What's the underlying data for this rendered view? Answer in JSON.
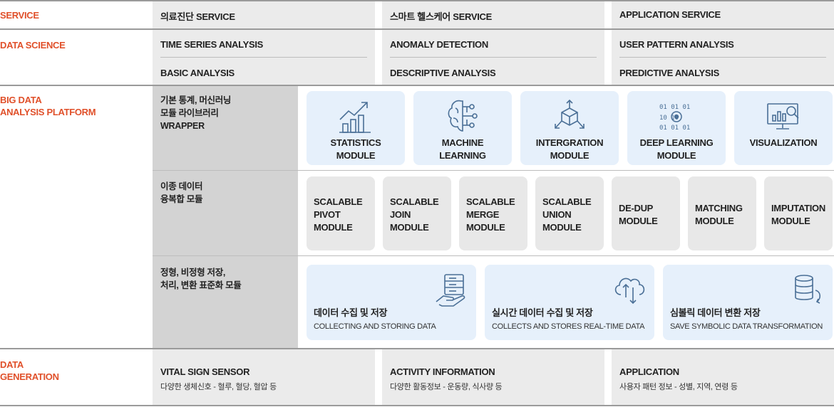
{
  "service": {
    "label": "SERVICE",
    "cols": [
      "의료진단 SERVICE",
      "스마트 헬스케어 SERVICE",
      "APPLICATION SERVICE"
    ]
  },
  "data_science": {
    "label": "DATA SCIENCE",
    "cols": [
      {
        "top": "TIME SERIES ANALYSIS",
        "bottom": "BASIC ANALYSIS"
      },
      {
        "top": "ANOMALY DETECTION",
        "bottom": "DESCRIPTIVE ANALYSIS"
      },
      {
        "top": "USER PATTERN ANALYSIS",
        "bottom": "PREDICTIVE ANALYSIS"
      }
    ]
  },
  "platform": {
    "label_line1": "BIG DATA",
    "label_line2": "ANALYSIS PLATFORM",
    "rows": [
      {
        "desc": [
          "기본 통계, 머신러닝",
          "모듈 라이브러리",
          "WRAPPER"
        ],
        "cards": [
          {
            "line1": "STATISTICS",
            "line2": "MODULE",
            "icon": "bar-chart-trend-icon"
          },
          {
            "line1": "MACHINE",
            "line2": "LEARNING",
            "icon": "brain-circuit-icon"
          },
          {
            "line1": "INTERGRATION",
            "line2": "MODULE",
            "icon": "cube-arrows-icon"
          },
          {
            "line1": "DEEP LEARNING",
            "line2": "MODULE",
            "icon": "binary-eye-icon"
          },
          {
            "line1": "VISUALIZATION",
            "line2": "",
            "icon": "monitor-chart-icon"
          }
        ]
      },
      {
        "desc": [
          "이종 데이터",
          "융복합 모듈"
        ],
        "cards": [
          {
            "lines": [
              "SCALABLE",
              "PIVOT",
              "MODULE"
            ]
          },
          {
            "lines": [
              "SCALABLE",
              "JOIN",
              "MODULE"
            ]
          },
          {
            "lines": [
              "SCALABLE",
              "MERGE",
              "MODULE"
            ]
          },
          {
            "lines": [
              "SCALABLE",
              "UNION",
              "MODULE"
            ]
          },
          {
            "lines": [
              "DE-DUP",
              "MODULE"
            ]
          },
          {
            "lines": [
              "MATCHING",
              "MODULE"
            ]
          },
          {
            "lines": [
              "IMPUTATION",
              "MODULE"
            ]
          }
        ]
      },
      {
        "desc": [
          "정형, 비정형 저장,",
          "처리, 변환 표준화 모듈"
        ],
        "cards": [
          {
            "kor": "데이터 수집 및 저장",
            "eng": "COLLECTING AND STORING DATA",
            "icon": "server-hand-icon"
          },
          {
            "kor": "실시간 데이터 수집 및 저장",
            "eng": "COLLECTS AND STORES REAL-TIME DATA",
            "icon": "cloud-transfer-icon"
          },
          {
            "kor": "심볼릭 데이터 변환 저장",
            "eng": "SAVE SYMBOLIC DATA TRANSFORMATION",
            "icon": "database-sync-icon"
          }
        ]
      }
    ]
  },
  "data_generation": {
    "label_line1": "DATA",
    "label_line2": "GENERATION",
    "cols": [
      {
        "title": "VITAL SIGN SENSOR",
        "sub": "다양한 생체신호 - 혈루, 혈당, 혈압 등"
      },
      {
        "title": "ACTIVITY INFORMATION",
        "sub": "다양한 활동정보 - 운동량, 식사량 등"
      },
      {
        "title": "APPLICATION",
        "sub": "사용자 패턴 정보 - 성별, 지역, 연령 등"
      }
    ]
  },
  "colors": {
    "accent": "#e0502a",
    "card_blue": "#e6f0fb",
    "icon_blue": "#4a6f96"
  }
}
